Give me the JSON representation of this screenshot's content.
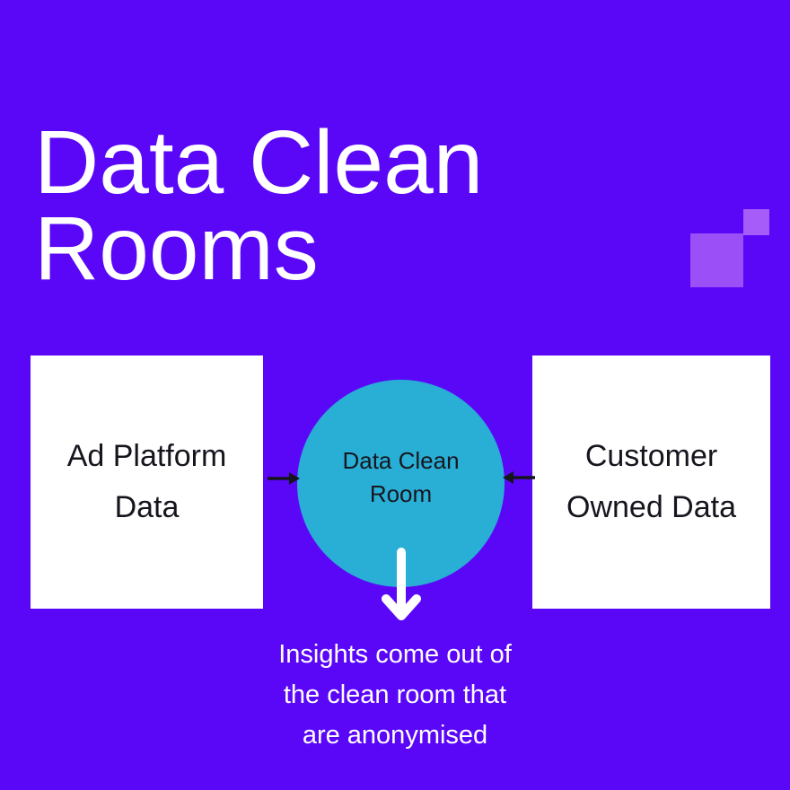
{
  "page": {
    "background_color": "#5A07F8",
    "accent_circle_color": "#29AED5",
    "box_color": "#FFFFFF",
    "dark_text_color": "#15151E",
    "light_text_color": "#FFFFFF",
    "decor_large_square_color": "#9B4FF7",
    "decor_small_square_color": "#A55CF8"
  },
  "title": {
    "text": "Data Clean\nRooms"
  },
  "diagram": {
    "left_box": {
      "label": "Ad Platform\nData"
    },
    "right_box": {
      "label": "Customer\nOwned Data"
    },
    "center_circle": {
      "label": "Data Clean\nRoom"
    },
    "arrows": [
      {
        "name": "arrow-right-icon",
        "direction": "right",
        "color": "#15151E"
      },
      {
        "name": "arrow-left-icon",
        "direction": "left",
        "color": "#15151E"
      },
      {
        "name": "arrow-down-icon",
        "direction": "down",
        "color": "#FFFFFF"
      }
    ],
    "caption": {
      "text": "Insights come out of\nthe clean room that\nare anonymised"
    }
  }
}
